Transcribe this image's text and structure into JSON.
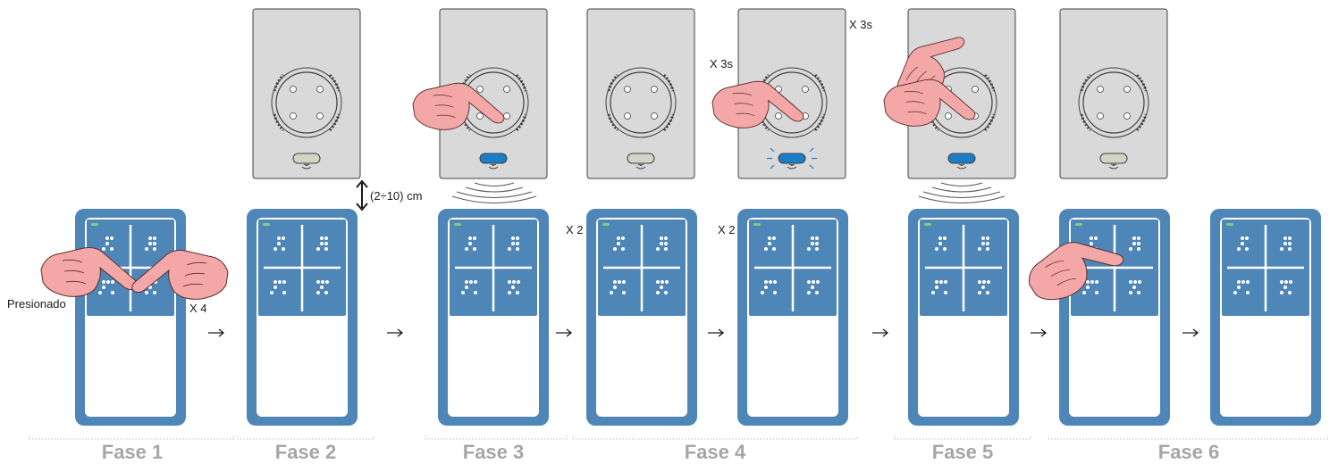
{
  "colors": {
    "remote_body": "#4f86b8",
    "screen": "#ffffff",
    "unit_bg": "#d9d9d9",
    "unit_border": "#404040",
    "button_idle": "#d4d4c6",
    "button_active": "#1a7fc9",
    "led": "#7bd27b",
    "hand": "#f4a7a7",
    "phase_text": "#a6a6a6",
    "bracket": "#bfbfbf"
  },
  "annotations": {
    "pressed": "Presionado",
    "times4": "X 4",
    "distance": "(2÷10) cm",
    "times2_a": "X 2",
    "times2_b": "X 2",
    "x3s_left": "X 3s",
    "x3s_right": "X 3s"
  },
  "phases": [
    "Fase 1",
    "Fase 2",
    "Fase 3",
    "Fase 4",
    "Fase 5",
    "Fase 6"
  ],
  "flow_arrow_glyph": "→",
  "icons": [
    "remote-control-icon",
    "wall-unit-icon",
    "hand-pointer-icon",
    "arrow-right-icon",
    "signal-waves-icon",
    "double-arrow-icon"
  ]
}
